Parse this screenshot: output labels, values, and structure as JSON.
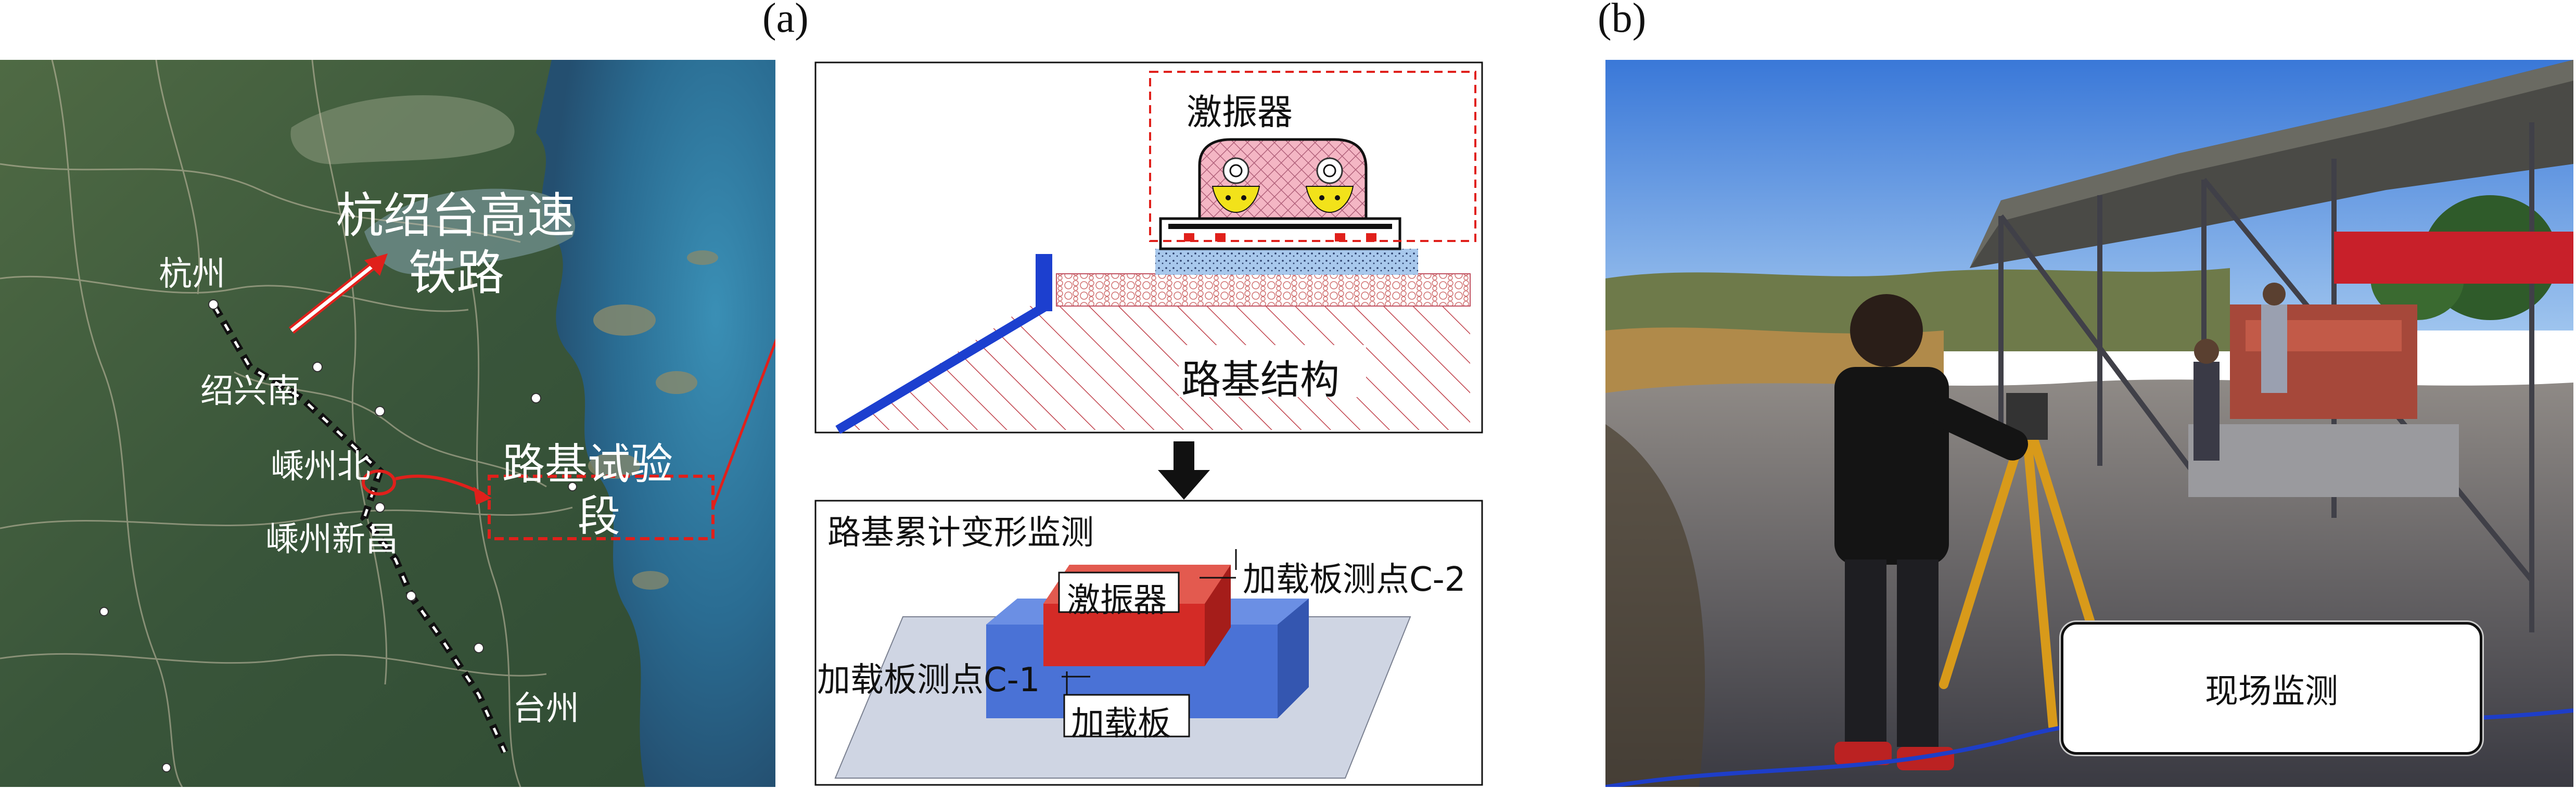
{
  "panels": {
    "a_label": "(a)",
    "b_label": "(b)"
  },
  "map": {
    "railway_title_line1": "杭绍台高速",
    "railway_title_line2": "铁路",
    "stations": {
      "hangzhou": "杭州",
      "shaoxingnan": "绍兴南",
      "shengzhoubei": "嵊州北",
      "shengzhouxinchang": "嵊州新昌",
      "taizhou": "台州"
    },
    "test_section_line1": "路基试验",
    "test_section_line2": "段"
  },
  "schematic": {
    "exciter_label": "激振器",
    "subgrade_label": "路基结构"
  },
  "monitoring": {
    "title": "路基累计变形监测",
    "exciter_box": "激振器",
    "plate_box": "加载板",
    "point_c2": "加载板测点C-2",
    "point_c1": "加载板测点C-1"
  },
  "photo": {
    "caption": "现场监测"
  },
  "colors": {
    "red": "#e0201b",
    "blue": "#1c3fcf",
    "plate_blue": "#4a72d6",
    "exciter_red": "#d42b26"
  }
}
